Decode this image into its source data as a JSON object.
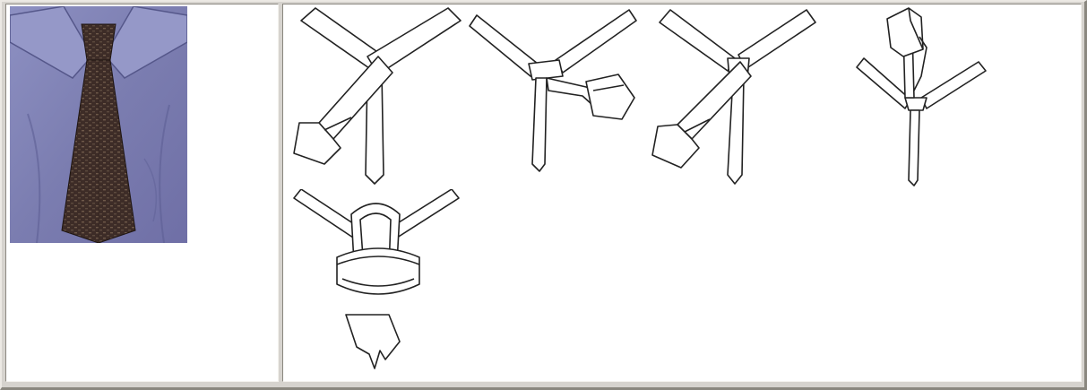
{
  "photo": {
    "icon": "tie-photo",
    "shirt_color": "#7f7fb0",
    "tie_color": "#3b2b26"
  },
  "steps": [
    {
      "icon": "tie-knot-step-1"
    },
    {
      "icon": "tie-knot-step-2"
    },
    {
      "icon": "tie-knot-step-3"
    },
    {
      "icon": "tie-knot-step-4"
    },
    {
      "icon": "tie-knot-step-5"
    }
  ],
  "colors": {
    "frame": "#d6d3ce",
    "line": "#222222",
    "fill": "#ffffff"
  }
}
